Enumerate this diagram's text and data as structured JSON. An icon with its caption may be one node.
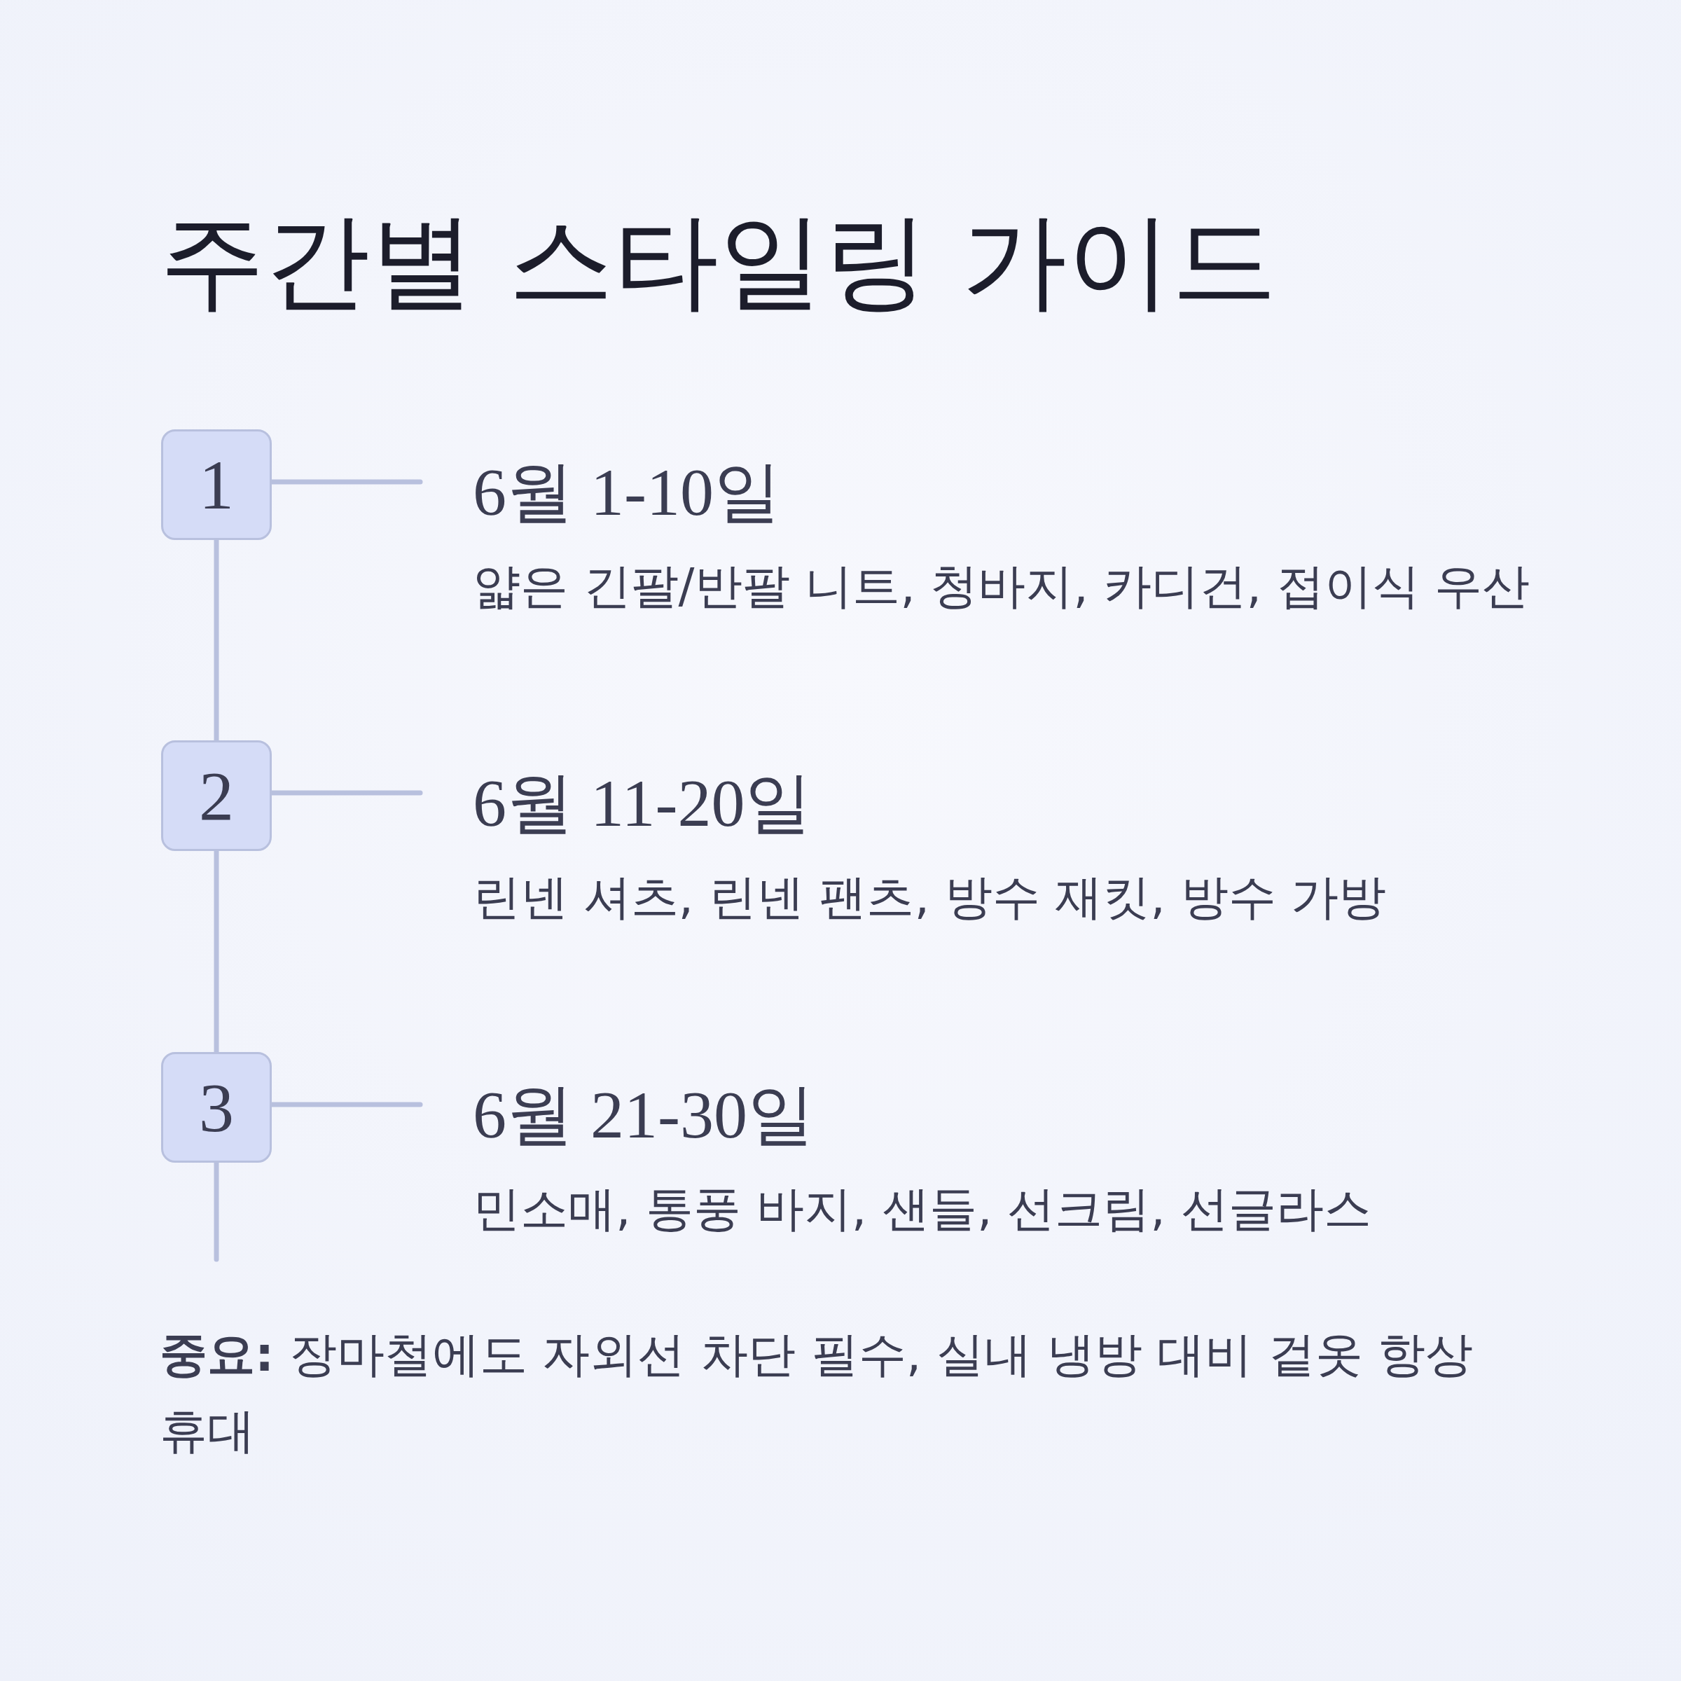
{
  "diagram": {
    "title": "주간별 스타일링 가이드",
    "nodes": [
      {
        "text": [
          "1"
        ]
      },
      {
        "text": [
          "6월 1-10일",
          "얇은 긴팔/반팔 니트, 청바지, 카디건, 접이식 우산"
        ]
      },
      {
        "text": [
          "2"
        ]
      },
      {
        "text": [
          "6월 11-20일",
          "린넨 셔츠, 린넨 팬츠, 방수 재킷, 방수 가방"
        ]
      },
      {
        "text": [
          "3"
        ]
      },
      {
        "text": [
          "6월 21-30일",
          "민소매, 통풍 바지, 샌들, 선크림, 선글라스"
        ]
      }
    ],
    "edges": [
      {
        "from": 0,
        "to": 1,
        "arrow": "none"
      },
      {
        "from": 0,
        "to": 2,
        "arrow": "none"
      },
      {
        "from": 2,
        "to": 3,
        "arrow": "none"
      },
      {
        "from": 2,
        "to": 4,
        "arrow": "none"
      },
      {
        "from": 4,
        "to": 5,
        "arrow": "none"
      },
      {
        "from": 4,
        "to": null,
        "arrow": "none"
      }
    ],
    "labels": [
      "**중요:** 장마철에도 자외선 차단 필수, 실내 냉방 대비 겉옷 항상 휴대"
    ]
  }
}
